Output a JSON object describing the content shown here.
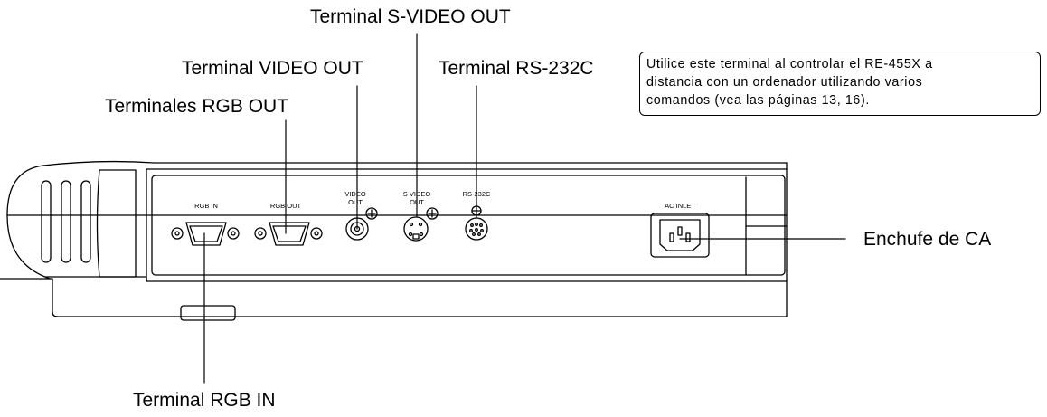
{
  "callouts": {
    "svideo_out": "Terminal S-VIDEO OUT",
    "video_out": "Terminal VIDEO OUT",
    "rs232c": "Terminal RS-232C",
    "rgb_out": "Terminales RGB OUT",
    "ac_inlet": "Enchufe de CA",
    "rgb_in": "Terminal RGB IN"
  },
  "note": {
    "line1": "Utilice este terminal al controlar el RE-455X a",
    "line2": "distancia con un ordenador utilizando varios",
    "line3": "comandos (vea las páginas 13, 16)."
  },
  "panel_labels": {
    "rgb_in": "RGB IN",
    "rgb_out": "RGB OUT",
    "video_out_1": "VIDEO",
    "video_out_2": "OUT",
    "svideo_out_1": "S VIDEO",
    "svideo_out_2": "OUT",
    "rs232c": "RS-232C",
    "ac_inlet": "AC INLET"
  }
}
